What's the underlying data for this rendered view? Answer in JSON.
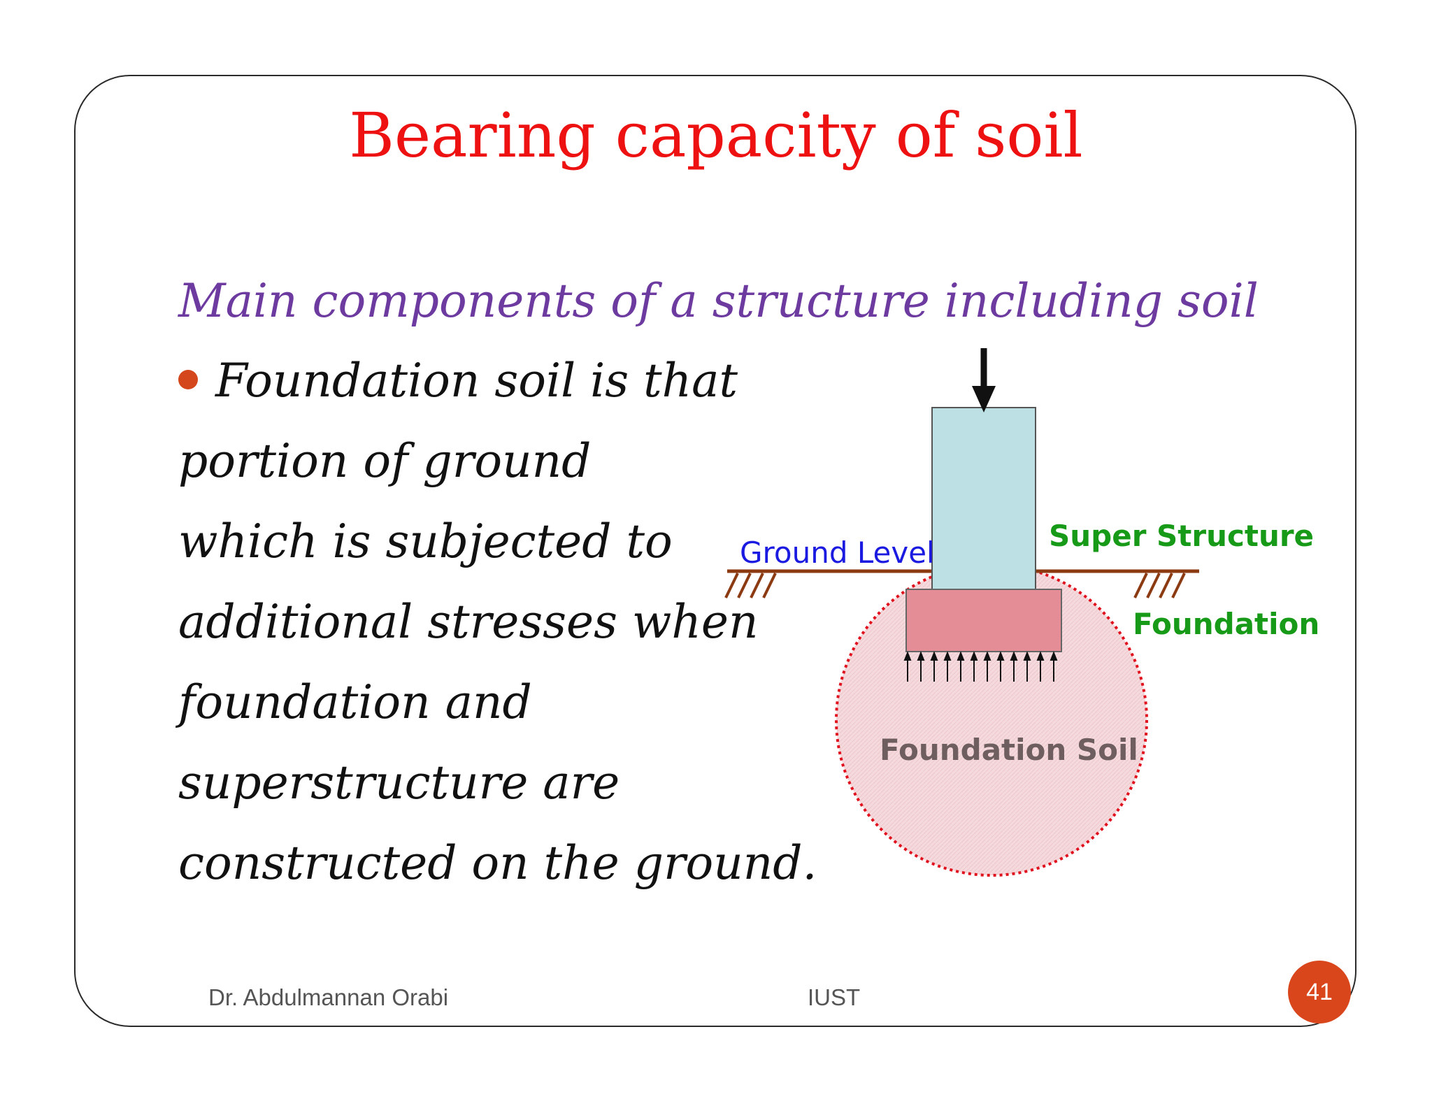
{
  "slide": {
    "title": "Bearing capacity of soil",
    "subtitle": "Main components of  a structure including soil",
    "bullet_lines": [
      "Foundation soil is that",
      " portion of  ground",
      "which is subjected to",
      " additional stresses when",
      " foundation and",
      "superstructure are",
      "constructed on the ground."
    ]
  },
  "diagram": {
    "labels": {
      "ground_level": "Ground Level",
      "super_structure": "Super Structure",
      "foundation": "Foundation",
      "foundation_soil": "Foundation Soil"
    },
    "colors": {
      "ground_level": "#1a1ae0",
      "super_structure": "#179a17",
      "foundation": "#179a17",
      "foundation_soil": "#6e5e60",
      "column_fill": "#bde0e5",
      "footing_fill": "#e58d97",
      "soil_bulb_fill": "#f5dadd",
      "soil_bulb_border": "#e0121e",
      "ground_line": "#8b3a12"
    }
  },
  "footer": {
    "author": "Dr. Abdulmannan Orabi",
    "institution": "IUST",
    "page_number": "41"
  },
  "colors": {
    "title": "#ee1111",
    "subtitle": "#6d3aa0",
    "bullet": "#d4461b",
    "page_badge": "#d9461b"
  }
}
